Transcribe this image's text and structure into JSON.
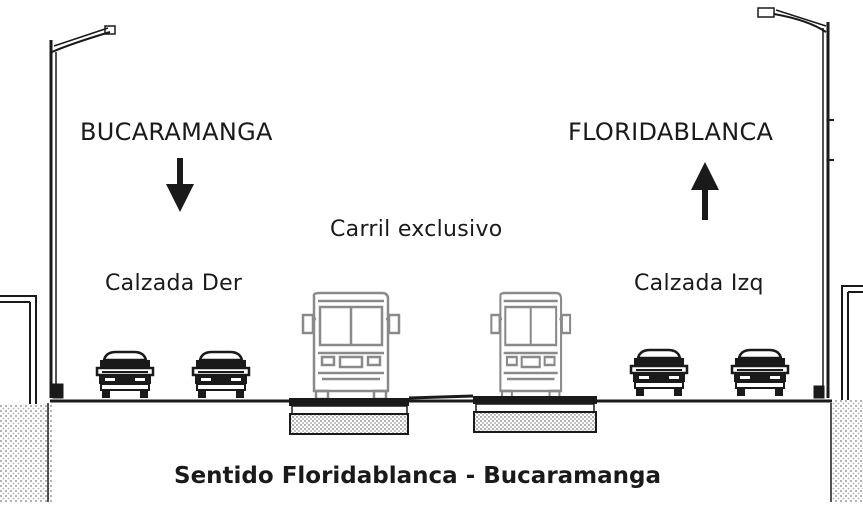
{
  "labels": {
    "left_city": "BUCARAMANGA",
    "right_city": "FLORIDABLANCA",
    "center_lane": "Carril exclusivo",
    "left_roadway": "Calzada Der",
    "right_roadway": "Calzada Izq",
    "footer": "Sentido Floridablanca - Bucaramanga"
  },
  "colors": {
    "ink": "#1a1a1a",
    "bus": "#8a8a8a",
    "ground_hatch": "#9a9a9a"
  },
  "icons": {
    "left_arrow": "arrow-down-icon",
    "right_arrow": "arrow-up-icon",
    "lamp_posts": "street-lamp-icon",
    "vehicles": "car-icon",
    "buses": "bus-icon"
  }
}
